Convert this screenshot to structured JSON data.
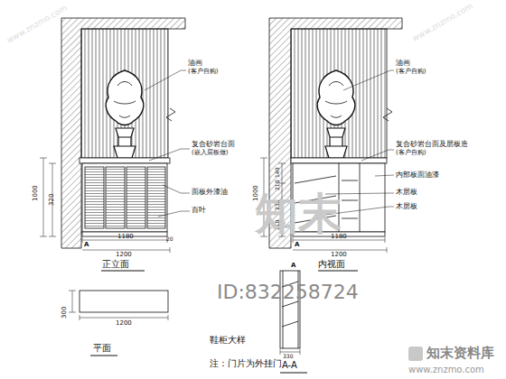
{
  "diagram": {
    "labels": [
      "油画",
      "(客户自购)",
      "复合砂岩台面",
      "(嵌入层板做)",
      "面板外漆油",
      "百叶",
      "1000",
      "320",
      "A",
      "1180",
      "20",
      "1200",
      "正立面",
      "油画",
      "(客户自购)",
      "复合砂岩台面及层板造",
      "(客户自购)",
      "内部板面油漆",
      "木层板",
      "木层板",
      "1000",
      "210",
      "230",
      "210",
      "140",
      "A",
      "1180",
      "1200",
      "内视面",
      "300",
      "1200",
      "平面",
      "鞋柜大样",
      "注：门片为外挂门",
      "330",
      "A-A",
      "A",
      "知末",
      "ID:832258724",
      "知末资料库",
      "www.znzmo.com",
      "www.znzmo.com",
      "www.znzmo.com"
    ]
  }
}
